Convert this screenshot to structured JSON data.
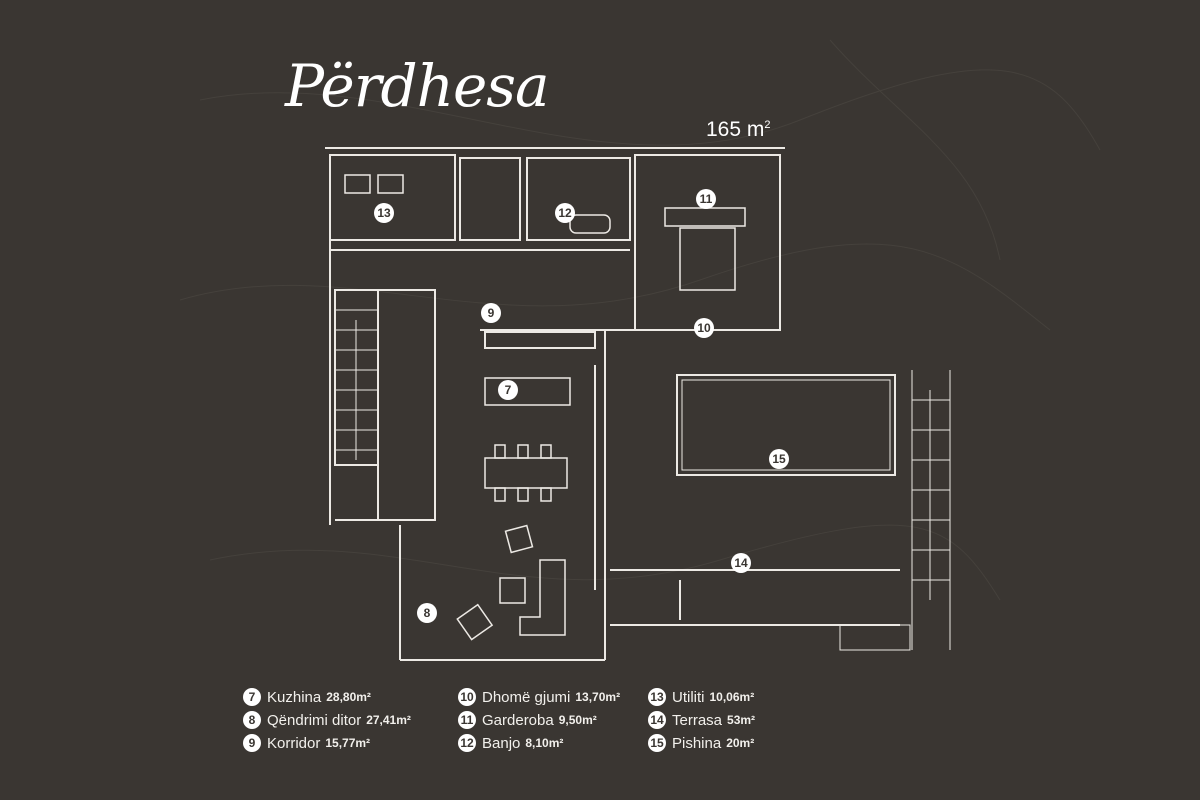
{
  "title": "Përdhesa",
  "total_area": "165 m",
  "total_area_unit_sup": "2",
  "rooms": [
    {
      "num": "7",
      "name": "Kuzhina",
      "area": "28,80m²"
    },
    {
      "num": "8",
      "name": "Qëndrimi ditor",
      "area": "27,41m²"
    },
    {
      "num": "9",
      "name": "Korridor",
      "area": "15,77m²"
    },
    {
      "num": "10",
      "name": "Dhomë gjumi",
      "area": "13,70m²"
    },
    {
      "num": "11",
      "name": "Garderoba",
      "area": "9,50m²"
    },
    {
      "num": "12",
      "name": "Banjo",
      "area": "8,10m²"
    },
    {
      "num": "13",
      "name": "Utiliti",
      "area": "10,06m²"
    },
    {
      "num": "14",
      "name": "Terrasa",
      "area": "53m²"
    },
    {
      "num": "15",
      "name": "Pishina",
      "area": "20m²"
    }
  ],
  "colors": {
    "background": "#3a3632",
    "lines": "#f2f0ec"
  }
}
